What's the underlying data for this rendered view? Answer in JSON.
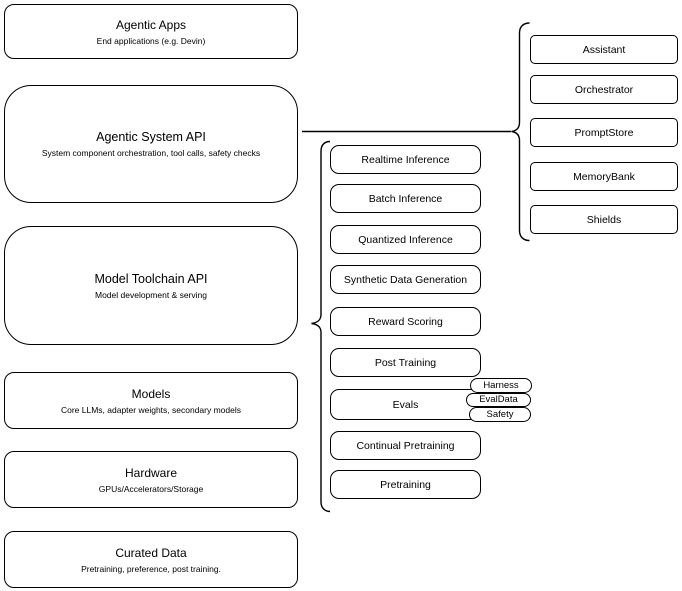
{
  "colors": {
    "border": "#000000",
    "background": "#ffffff",
    "text": "#000000"
  },
  "left_column": [
    {
      "title": "Agentic Apps",
      "subtitle": "End applications (e.g. Devin)"
    },
    {
      "title": "Agentic System API",
      "subtitle": "System component orchestration, tool calls, safety checks"
    },
    {
      "title": "Model Toolchain API",
      "subtitle": "Model development & serving"
    },
    {
      "title": "Models",
      "subtitle": "Core LLMs, adapter weights, secondary models"
    },
    {
      "title": "Hardware",
      "subtitle": "GPUs/Accelerators/Storage"
    },
    {
      "title": "Curated Data",
      "subtitle": "Pretraining, preference, post training."
    }
  ],
  "toolchain_components": [
    "Realtime Inference",
    "Batch Inference",
    "Quantized Inference",
    "Synthetic Data Generation",
    "Reward Scoring",
    "Post Training",
    "Evals",
    "Continual Pretraining",
    "Pretraining"
  ],
  "evals_tags": [
    "Harness",
    "EvalData",
    "Safety"
  ],
  "system_components": [
    "Assistant",
    "Orchestrator",
    "PromptStore",
    "MemoryBank",
    "Shields"
  ]
}
